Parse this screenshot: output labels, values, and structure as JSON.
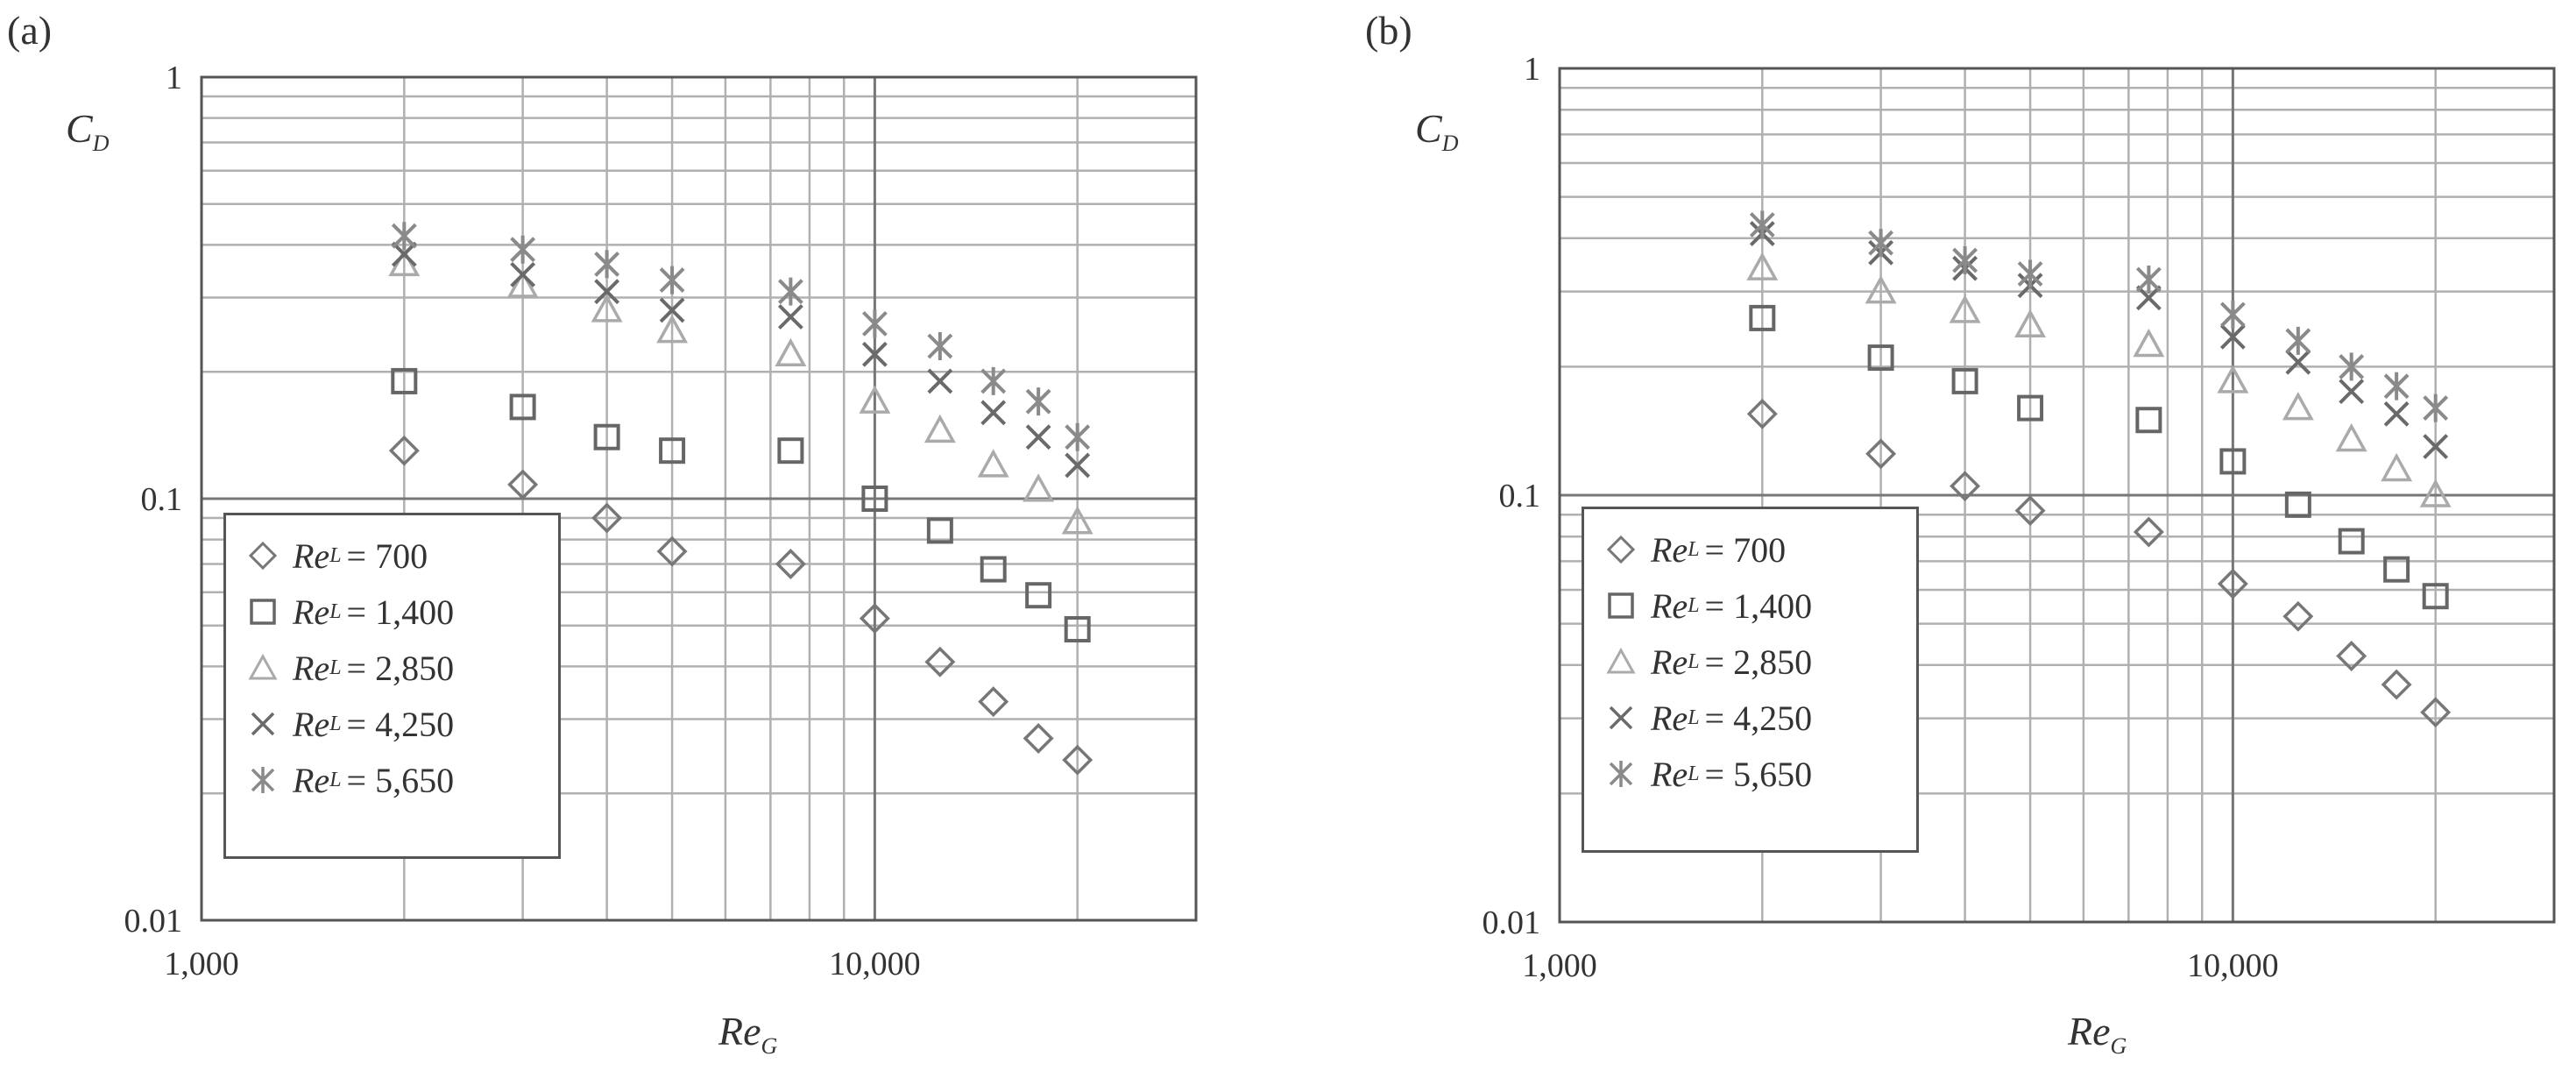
{
  "panels": [
    {
      "label": "(a)",
      "legend_sub": [
        "L",
        "L",
        "L",
        "L",
        "L"
      ]
    },
    {
      "label": "(b)",
      "legend_sub": [
        "L",
        "L",
        "L",
        "L",
        "L"
      ]
    }
  ],
  "legend": {
    "items": [
      "= 700",
      "= 1,400",
      "= 2,850",
      "= 4,250",
      "= 5,650"
    ],
    "prefix": "Re"
  },
  "colors": {
    "s700": "#777777",
    "s1400": "#666666",
    "s2850": "#aaaaaa",
    "s4250": "#6a6a6a",
    "s5650": "#8a8a8a",
    "grid_minor": "#b0b0b0",
    "grid_major": "#777777",
    "frame": "#555555"
  },
  "chart_data": [
    {
      "type": "scatter",
      "panel": "(a)",
      "xlabel": "Re",
      "xlabel_sub": "G",
      "ylabel": "C",
      "ylabel_sub": "D",
      "xscale": "log",
      "yscale": "log",
      "xlim": [
        1000,
        30000
      ],
      "ylim": [
        0.01,
        1
      ],
      "xticks": [
        "1,000",
        "10,000"
      ],
      "yticks": [
        "0.01",
        "0.1",
        "1"
      ],
      "grid": true,
      "legend_position": "bottom-left",
      "x": [
        2000,
        3000,
        4000,
        5000,
        7500,
        10000,
        12500,
        15000,
        17500,
        20000
      ],
      "series": [
        {
          "name": "ReL = 700",
          "marker": "diamond",
          "values": [
            0.13,
            0.108,
            0.09,
            0.075,
            0.07,
            0.052,
            0.041,
            0.033,
            0.027,
            0.024
          ]
        },
        {
          "name": "ReL = 1,400",
          "marker": "square",
          "values": [
            0.19,
            0.165,
            0.14,
            0.13,
            0.13,
            0.1,
            0.084,
            0.068,
            0.059,
            0.049
          ]
        },
        {
          "name": "ReL = 2,850",
          "marker": "triangle",
          "values": [
            0.36,
            0.32,
            0.28,
            0.25,
            0.22,
            0.17,
            0.145,
            0.12,
            0.105,
            0.088
          ]
        },
        {
          "name": "ReL = 4,250",
          "marker": "x",
          "values": [
            0.38,
            0.34,
            0.31,
            0.28,
            0.27,
            0.22,
            0.19,
            0.16,
            0.14,
            0.12
          ]
        },
        {
          "name": "ReL = 5,650",
          "marker": "asterisk",
          "values": [
            0.42,
            0.39,
            0.36,
            0.33,
            0.31,
            0.26,
            0.23,
            0.19,
            0.17,
            0.14
          ]
        }
      ]
    },
    {
      "type": "scatter",
      "panel": "(b)",
      "xlabel": "Re",
      "xlabel_sub": "G",
      "ylabel": "C",
      "ylabel_sub": "D",
      "xscale": "log",
      "yscale": "log",
      "xlim": [
        1000,
        30000
      ],
      "ylim": [
        0.01,
        1
      ],
      "xticks": [
        "1,000",
        "10,000"
      ],
      "yticks": [
        "0.01",
        "0.1",
        "1"
      ],
      "grid": true,
      "legend_position": "bottom-left",
      "x": [
        2000,
        3000,
        4000,
        5000,
        7500,
        10000,
        12500,
        15000,
        17500,
        20000
      ],
      "series": [
        {
          "name": "ReL = 700",
          "marker": "diamond",
          "values": [
            0.155,
            0.125,
            0.105,
            0.092,
            0.082,
            0.062,
            0.052,
            0.042,
            0.036,
            0.031
          ]
        },
        {
          "name": "ReL = 1,400",
          "marker": "square",
          "values": [
            0.26,
            0.21,
            0.185,
            0.16,
            0.15,
            0.12,
            0.095,
            0.078,
            0.067,
            0.058
          ]
        },
        {
          "name": "ReL = 2,850",
          "marker": "triangle",
          "values": [
            0.34,
            0.3,
            0.27,
            0.25,
            0.225,
            0.185,
            0.16,
            0.135,
            0.115,
            0.1
          ]
        },
        {
          "name": "ReL = 4,250",
          "marker": "x",
          "values": [
            0.41,
            0.37,
            0.34,
            0.31,
            0.29,
            0.235,
            0.205,
            0.175,
            0.155,
            0.13
          ]
        },
        {
          "name": "ReL = 5,650",
          "marker": "asterisk",
          "values": [
            0.43,
            0.39,
            0.355,
            0.33,
            0.32,
            0.265,
            0.23,
            0.2,
            0.18,
            0.16
          ]
        }
      ]
    }
  ]
}
